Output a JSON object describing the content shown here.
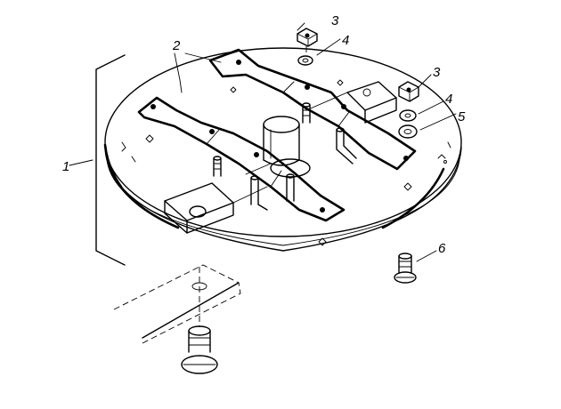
{
  "callouts": [
    {
      "id": "assembly",
      "label": "1"
    },
    {
      "id": "strap",
      "label": "2"
    },
    {
      "id": "nut-top",
      "label": "3"
    },
    {
      "id": "washer-top",
      "label": "4"
    },
    {
      "id": "nut-right",
      "label": "3"
    },
    {
      "id": "washer-right",
      "label": "4"
    },
    {
      "id": "spring-washer",
      "label": "5"
    },
    {
      "id": "screw",
      "label": "6"
    }
  ],
  "colors": {
    "ink": "#000000",
    "paper": "#ffffff"
  }
}
